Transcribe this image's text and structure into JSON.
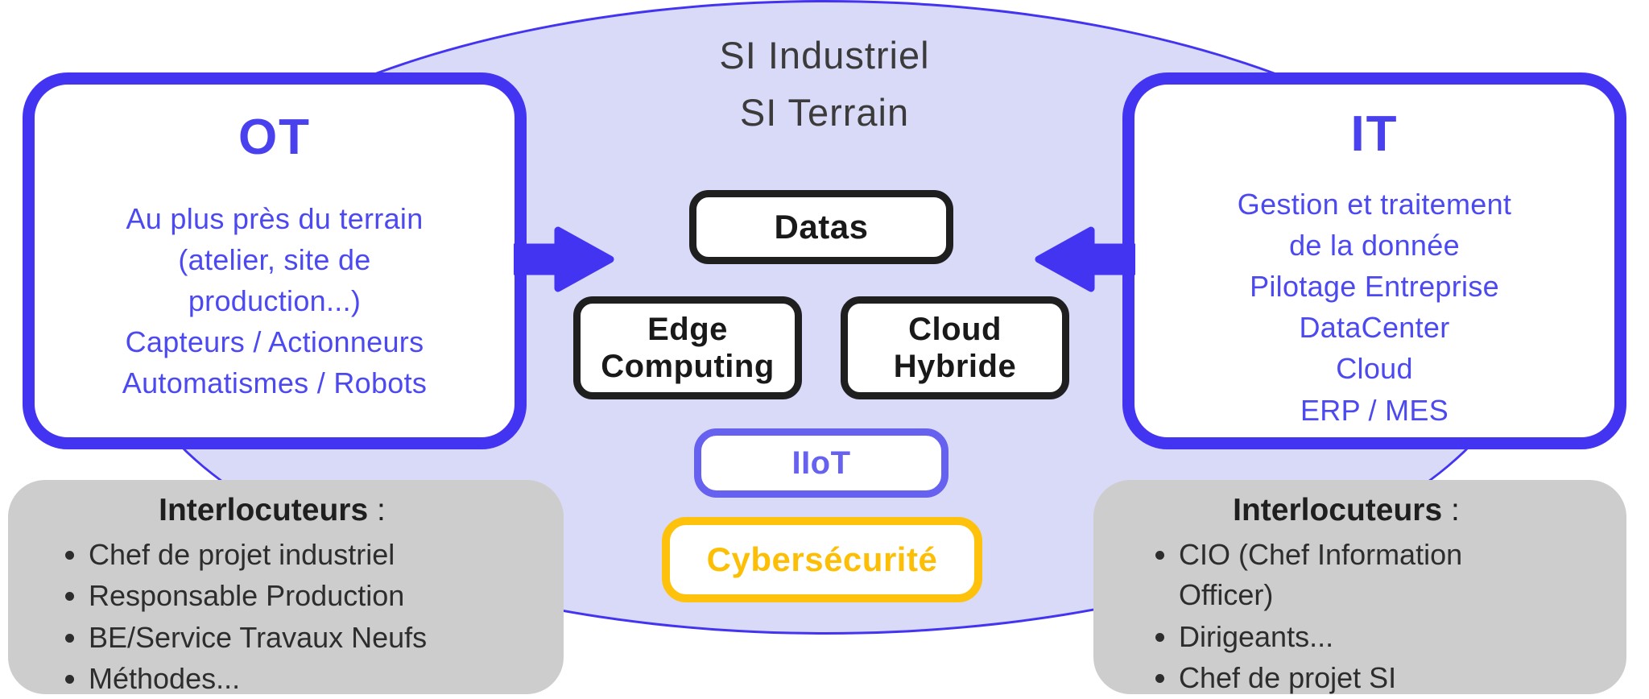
{
  "colors": {
    "primary_blue": "#4334f2",
    "panel_text_blue": "#4c49f0",
    "iiot_blue": "#6661ee",
    "cyber_yellow": "#fec20d",
    "box_border_dark": "#1f1f1f",
    "ellipse_fill": "#d9d9f8",
    "gray_box_fill": "#cdcdcd",
    "title_gray": "#3b3b3b"
  },
  "ellipse": {
    "title_line1": "SI Industriel",
    "title_line2": "SI Terrain"
  },
  "ot_panel": {
    "title": "OT",
    "lines": [
      "Au plus près du terrain",
      "(atelier, site de",
      "production...)",
      "Capteurs / Actionneurs",
      "Automatismes / Robots"
    ]
  },
  "it_panel": {
    "title": "IT",
    "lines": [
      "Gestion et traitement",
      "de la donnée",
      "Pilotage Entreprise",
      "DataCenter",
      "Cloud",
      "ERP / MES"
    ]
  },
  "center_boxes": {
    "datas": "Datas",
    "edge": "Edge Computing",
    "cloud": "Cloud Hybride",
    "iiot": "IIoT",
    "cybersecurity": "Cybersécurité"
  },
  "left_interlocutors": {
    "heading": "Interlocuteurs",
    "colon": " :",
    "items": [
      "Chef de projet industriel",
      "Responsable Production",
      "BE/Service Travaux Neufs",
      "Méthodes..."
    ]
  },
  "right_interlocutors": {
    "heading": "Interlocuteurs",
    "colon": " :",
    "items": [
      "CIO (Chef Information Officer)",
      "Dirigeants...",
      "Chef de projet SI"
    ]
  }
}
